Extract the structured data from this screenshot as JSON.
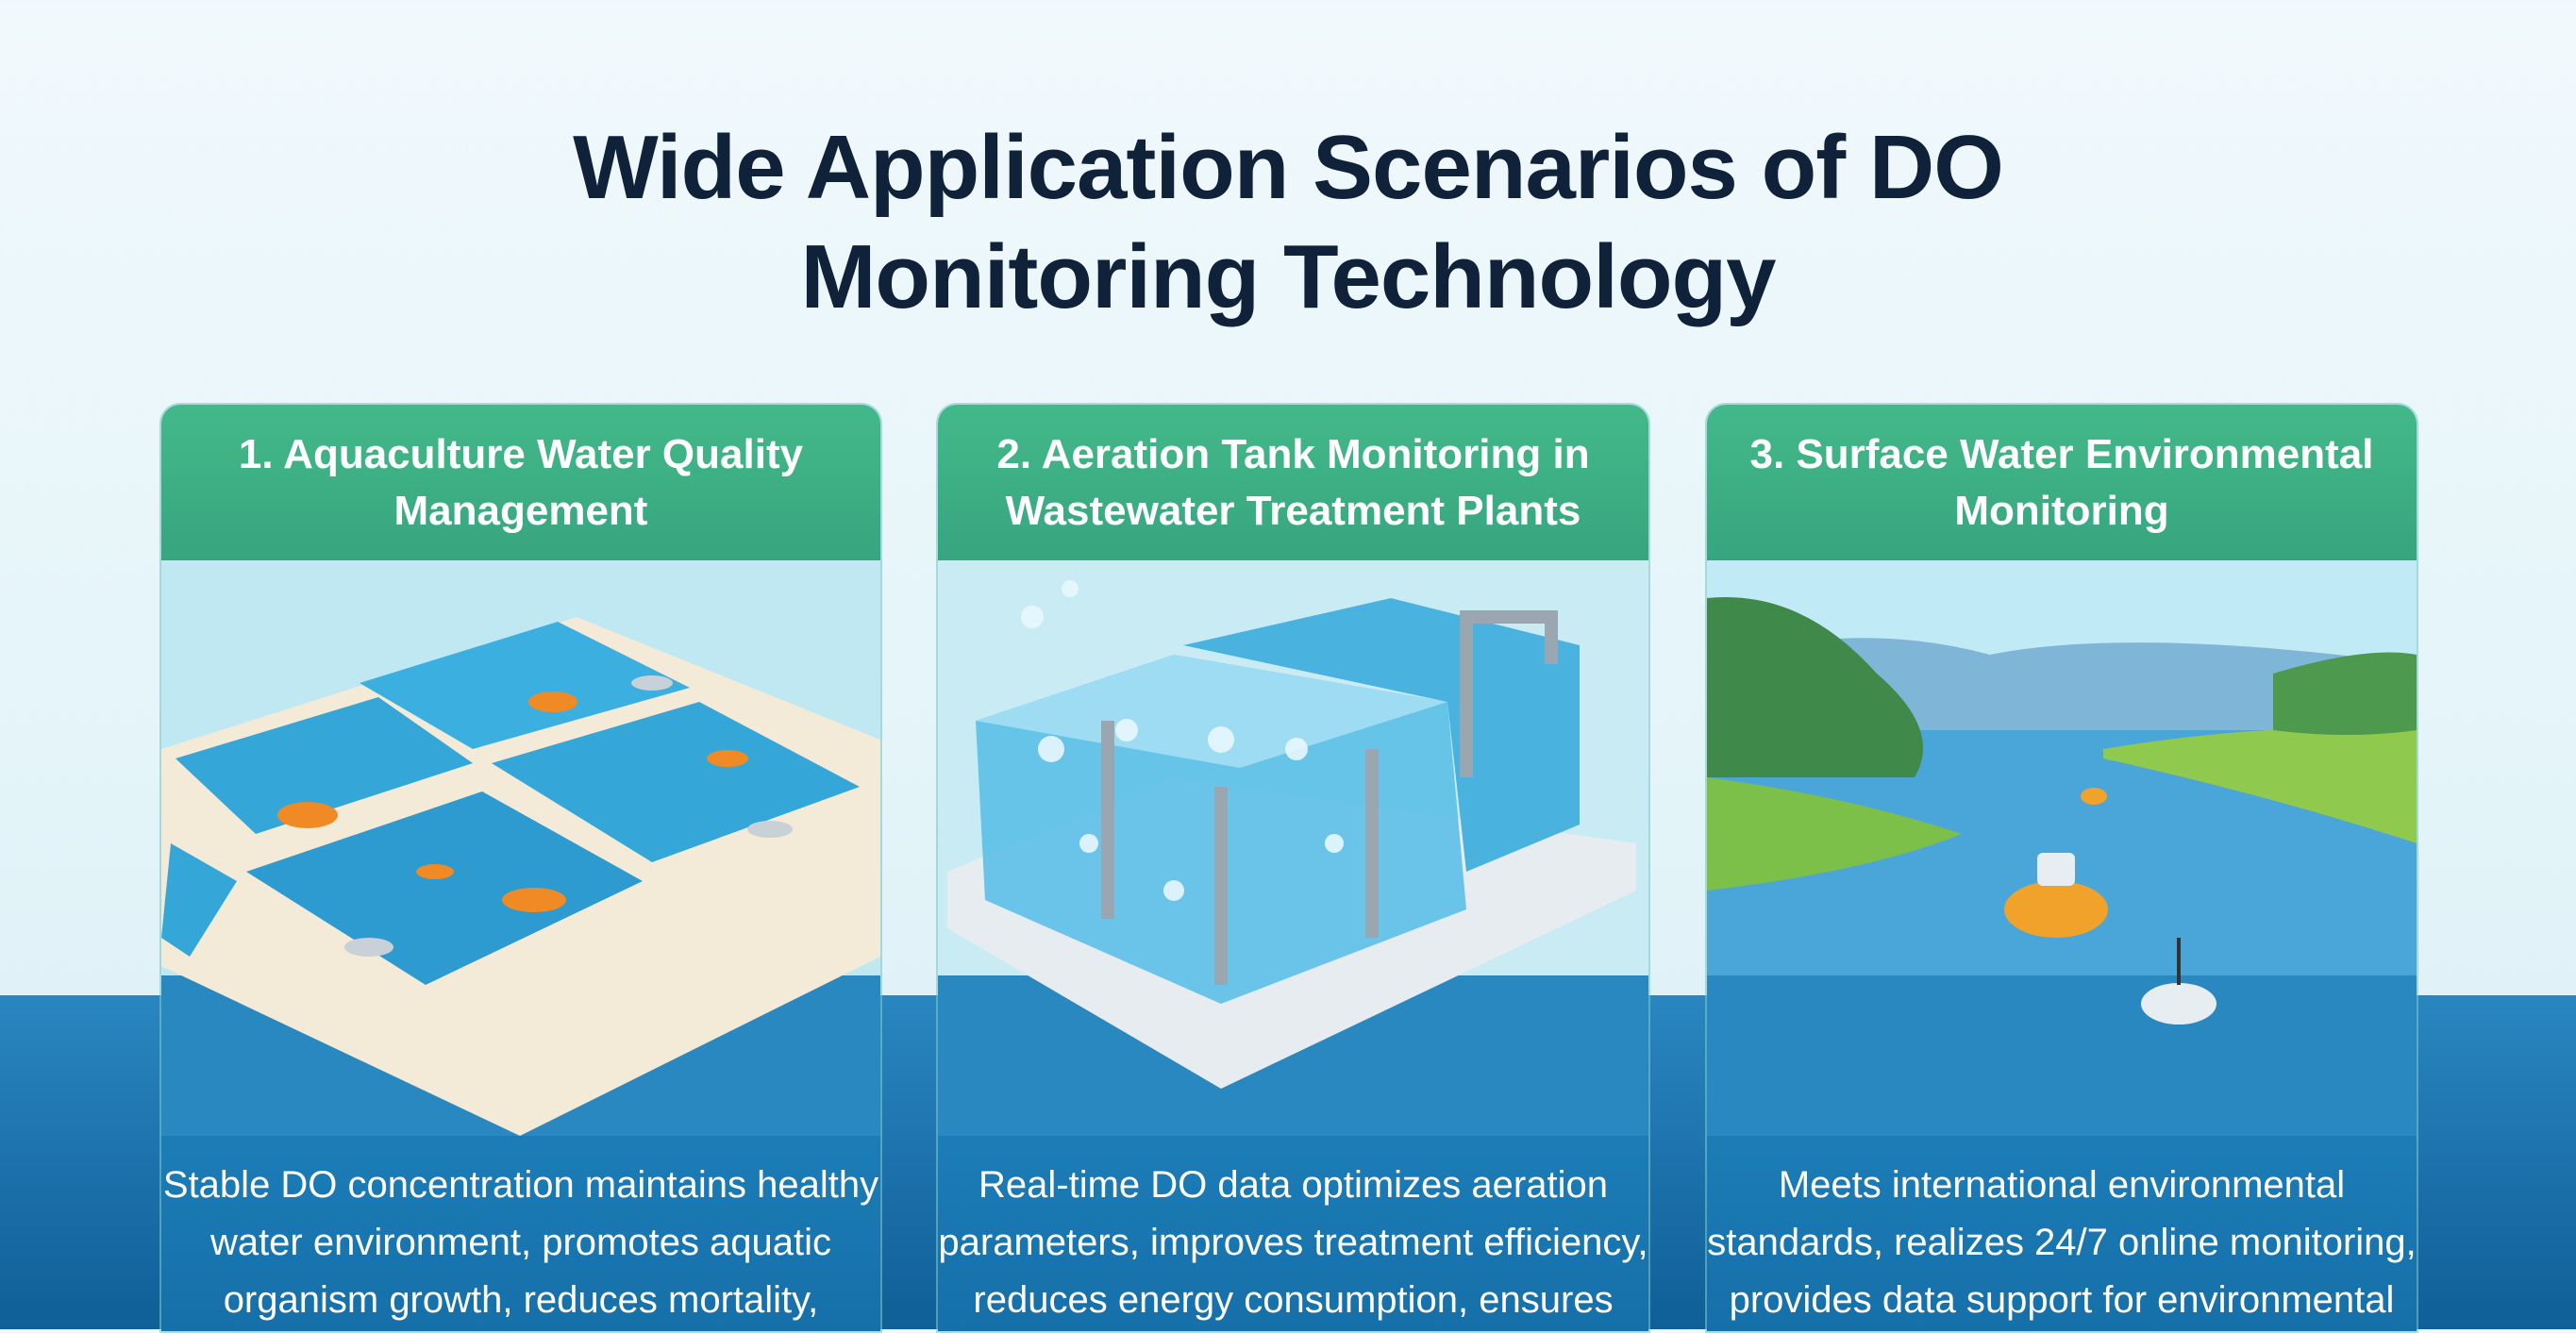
{
  "title_lines": [
    "Wide Application Scenarios of DO",
    "Monitoring Technology"
  ],
  "cards": [
    {
      "heading": "1. Aquaculture Water Quality Management",
      "description": "Stable DO concentration maintains healthy water environment, promotes aquatic organism growth, reduces mortality, improvery"
    },
    {
      "heading": "2. Aeration Tank Monitoring in Wastewater Treatment Plants",
      "description": "Real-time DO data optimizes aeration parameters, improves treatment efficiency, reduces energy consumption, ensures systality,"
    },
    {
      "heading": "3. Surface Water Environmental Monitoring",
      "description": "Meets international environmental standards, realizes 24/7 online monitoring, provides data support for environmental govewres systes."
    }
  ],
  "colors": {
    "header_green": "#3cae85",
    "ocean_blue": "#1a6ea8",
    "title_navy": "#10213a"
  }
}
